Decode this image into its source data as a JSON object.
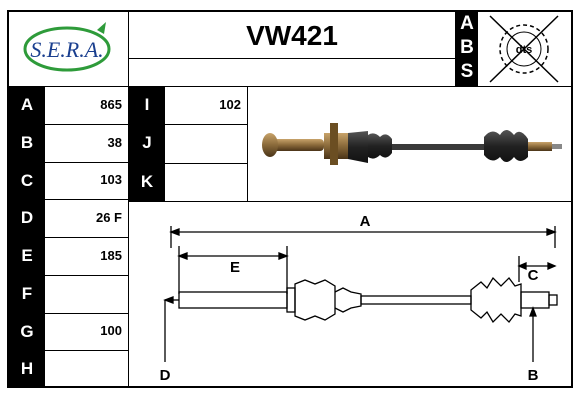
{
  "brand": {
    "logo_text": "S.E.R.A."
  },
  "header": {
    "reference": "VW421",
    "abs_letters": [
      "A",
      "B",
      "S"
    ],
    "dts_label": "dts"
  },
  "left_rows": [
    {
      "letter": "A",
      "value": "865"
    },
    {
      "letter": "B",
      "value": "38"
    },
    {
      "letter": "C",
      "value": "103"
    },
    {
      "letter": "D",
      "value": "26 F"
    },
    {
      "letter": "E",
      "value": "185"
    },
    {
      "letter": "F",
      "value": ""
    },
    {
      "letter": "G",
      "value": "100"
    },
    {
      "letter": "H",
      "value": ""
    }
  ],
  "mid_rows": [
    {
      "letter": "I",
      "value": "102"
    },
    {
      "letter": "J",
      "value": ""
    },
    {
      "letter": "K",
      "value": ""
    }
  ],
  "diagram_labels": {
    "a": "A",
    "b": "B",
    "c": "C",
    "d": "D",
    "e": "E"
  },
  "colors": {
    "logo_green": "#2e9b3a",
    "logo_text": "#1a3f8f",
    "ink": "#000000",
    "shaft": "#7a5a2a"
  }
}
